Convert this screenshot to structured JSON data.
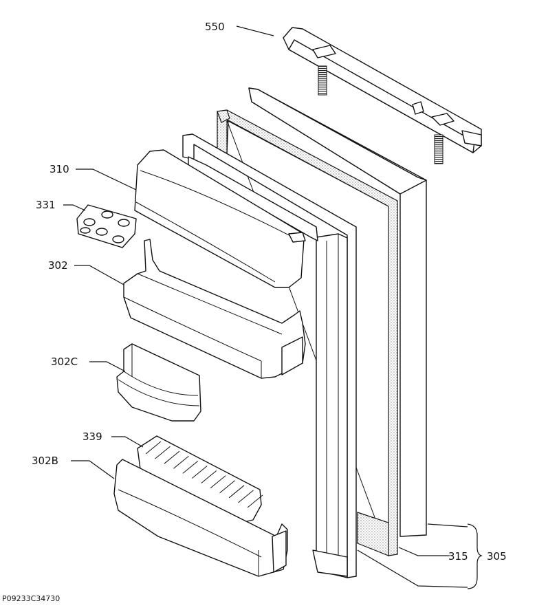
{
  "labels": {
    "p550": "550",
    "p310": "310",
    "p331": "331",
    "p302": "302",
    "p302c": "302C",
    "p339": "339",
    "p302b": "302B",
    "p315": "315",
    "p305": "305"
  },
  "drawing_code": "P09233C34730"
}
